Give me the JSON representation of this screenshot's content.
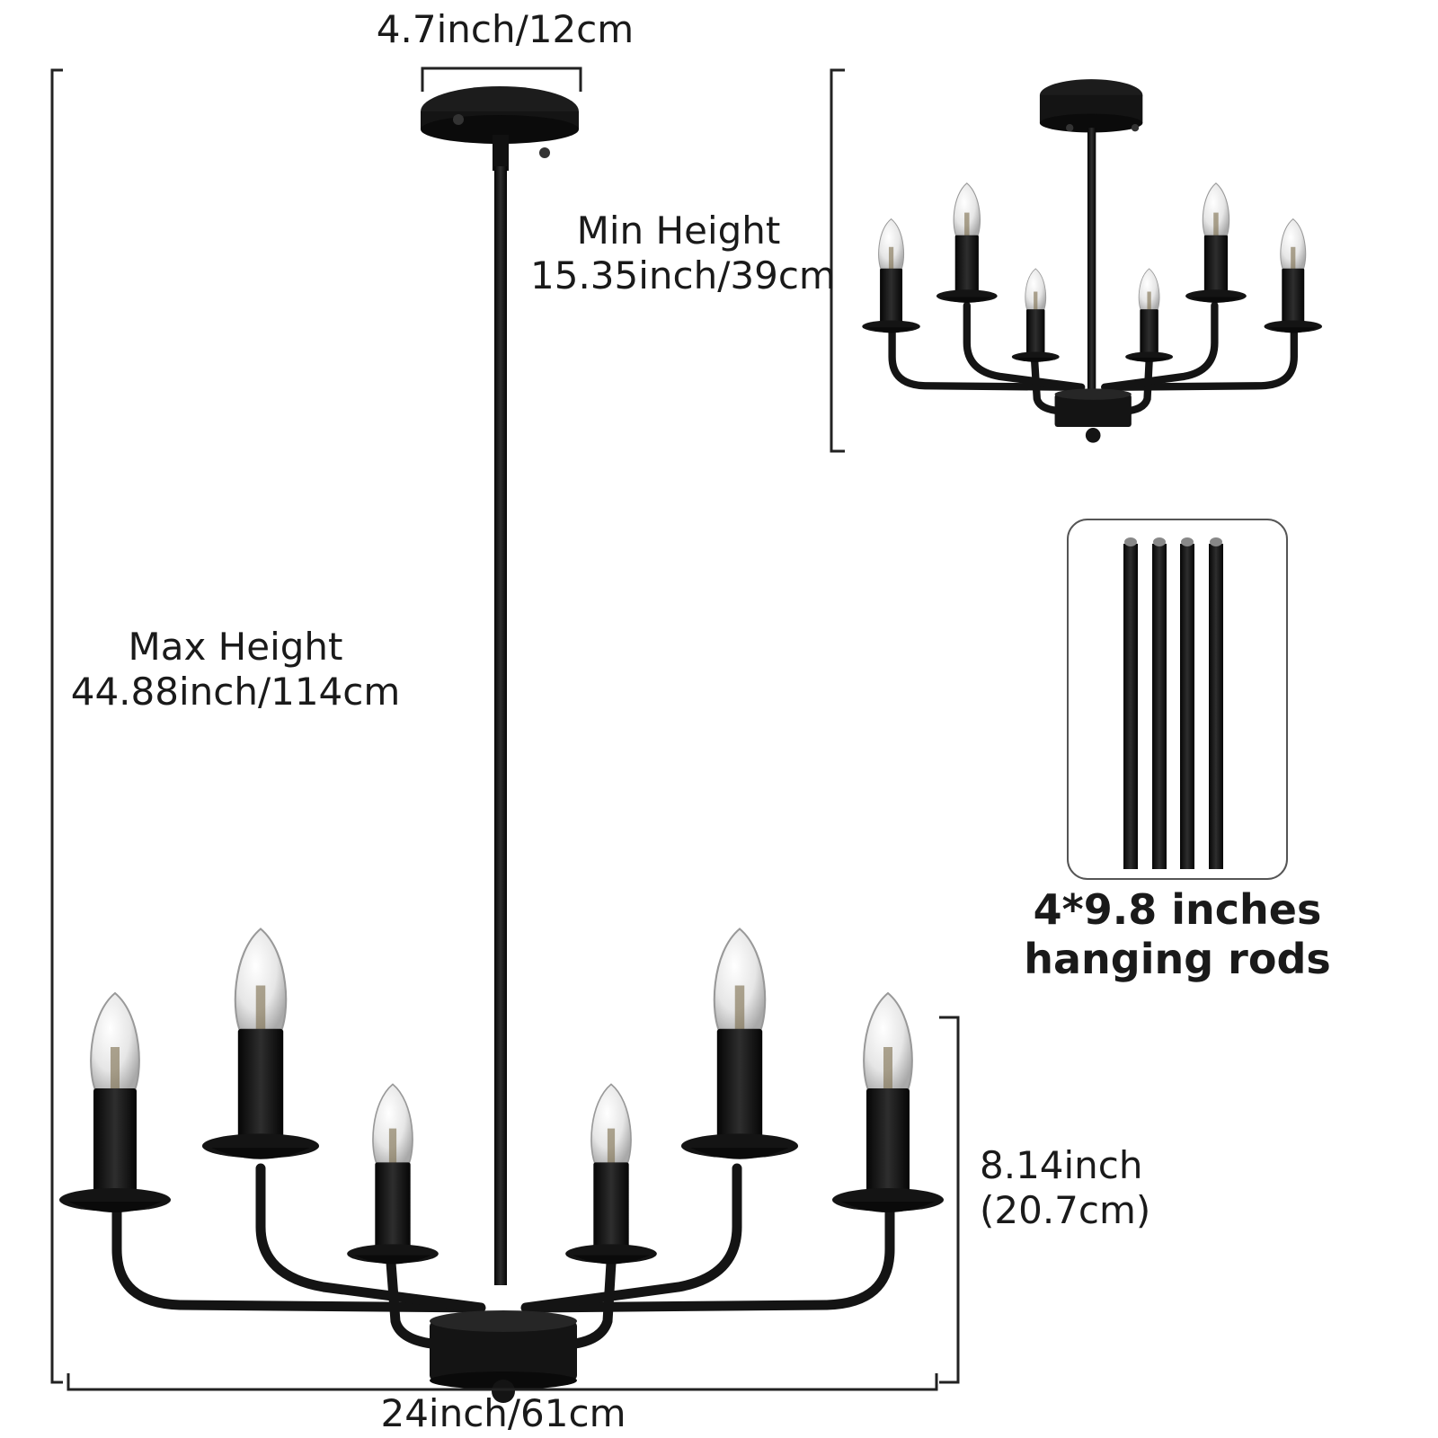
{
  "dimensions": {
    "canopy": "4.7inch/12cm",
    "max_height_title": "Max Height",
    "max_height_value": "44.88inch/114cm",
    "min_height_title": "Min Height",
    "min_height_value": "15.35inch/39cm",
    "body_height_line1": "8.14inch",
    "body_height_line2": "(20.7cm)",
    "width": "24inch/61cm"
  },
  "rods": {
    "count": 4,
    "line1": "4*9.8 inches",
    "line2": "hanging rods"
  },
  "colors": {
    "fixture": "#141414",
    "bulb": "#eeeeee",
    "line": "#222222"
  }
}
